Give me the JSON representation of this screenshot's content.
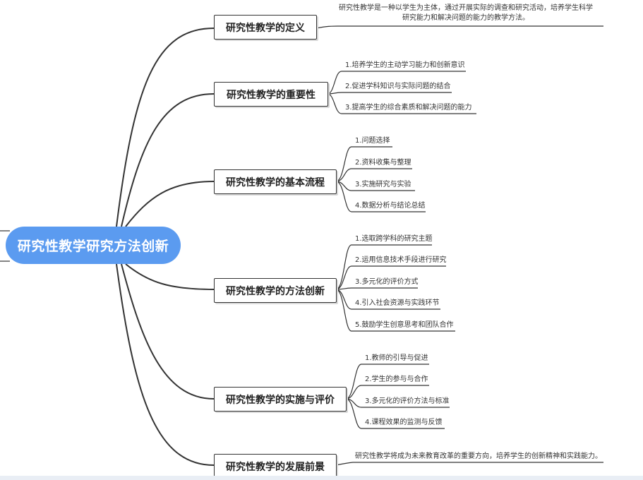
{
  "mindmap": {
    "root": {
      "label": "研究性教学研究方法创新"
    },
    "branches": [
      {
        "label": "研究性教学的定义",
        "children": [
          "研究性教学是一种以学生为主体，通过开展实际的调查和研究活动，培养学生科学研究能力和解决问题的能力的教学方法。"
        ]
      },
      {
        "label": "研究性教学的重要性",
        "children": [
          "1.培养学生的主动学习能力和创新意识",
          "2.促进学科知识与实际问题的结合",
          "3.提高学生的综合素质和解决问题的能力"
        ]
      },
      {
        "label": "研究性教学的基本流程",
        "children": [
          "1.问题选择",
          "2.资料收集与整理",
          "3.实施研究与实验",
          "4.数据分析与结论总结"
        ]
      },
      {
        "label": "研究性教学的方法创新",
        "children": [
          "1.选取跨学科的研究主题",
          "2.运用信息技术手段进行研究",
          "3.多元化的评价方式",
          "4.引入社会资源与实践环节",
          "5.鼓励学生创意思考和团队合作"
        ]
      },
      {
        "label": "研究性教学的实施与评价",
        "children": [
          "1.教师的引导与促进",
          "2.学生的参与与合作",
          "3.多元化的评价方法与标准",
          "4.课程效果的监测与反馈"
        ]
      },
      {
        "label": "研究性教学的发展前景",
        "children": [
          "研究性教学将成为未来教育改革的重要方向，培养学生的创新精神和实践能力。"
        ]
      }
    ]
  },
  "colors": {
    "root_fill": "#5b9bf0",
    "line": "#333333"
  }
}
